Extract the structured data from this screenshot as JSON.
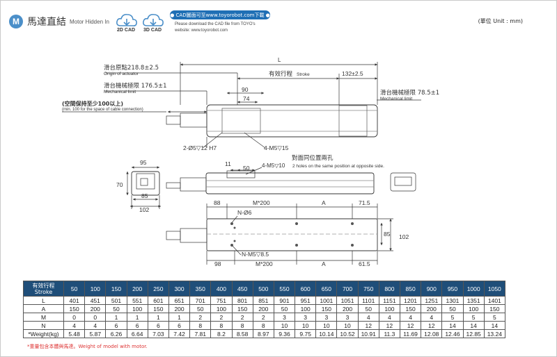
{
  "header": {
    "badge": "M",
    "title_cn": "馬達直結",
    "title_en": "Motor Hidden In",
    "cloud_2d": "2D CAD",
    "cloud_3d": "3D CAD",
    "cad_banner": "● CAD圖面可至www.toyorobot.com下載 ●",
    "cad_line1": "Please download the CAD file from TOYO's",
    "cad_line2": "website: www.toyorobot.com",
    "unit": "(單位 Unit : mm)"
  },
  "drawing": {
    "L": "L",
    "origin_cn": "滑台原點218.8±2.5",
    "origin_en": "Origin of actuator",
    "stroke_cn": "有效行程",
    "stroke_en": "Stroke",
    "dim_132": "132±2.5",
    "mech_left_cn": "滑台機械極限 176.5±1",
    "mech_left_en": "Mechanical limit",
    "mech_right_cn": "滑台機械極限 78.5±1",
    "mech_right_en": "Mechanical limit",
    "dim_90": "90",
    "dim_74": "74",
    "cable_cn": "(空間保持至少100以上)",
    "cable_en": "(min. 100 for the space of cable connection)",
    "hole_2": "2-Ø5▽12 H7",
    "hole_4": "4-M5▽15",
    "opp_cn": "對面同位置兩孔",
    "opp_en": "4-M5▽10",
    "opp_en2": "2 holes on the same position at opposite side.",
    "dim_11": "11",
    "dim_50": "50",
    "dim_95": "95",
    "dim_70": "70",
    "dim_85_side": "85",
    "dim_102_side": "102",
    "dim_88": "88",
    "dim_m200_top": "M*200",
    "dim_a_top": "A",
    "dim_715": "71.5",
    "dim_n6": "N-Ø6",
    "dim_85_r": "85",
    "dim_102_r": "102",
    "dim_nm5": "N-M5▽8.5",
    "dim_98": "98",
    "dim_m200_bot": "M*200",
    "dim_a_bot": "A",
    "dim_615": "61.5"
  },
  "table": {
    "header_cn": "有效行程",
    "header_en": "Stroke",
    "strokes": [
      "50",
      "100",
      "150",
      "200",
      "250",
      "300",
      "350",
      "400",
      "450",
      "500",
      "550",
      "600",
      "650",
      "700",
      "750",
      "800",
      "850",
      "900",
      "950",
      "1000",
      "1050"
    ],
    "rows": [
      {
        "label": "L",
        "values": [
          "401",
          "451",
          "501",
          "551",
          "601",
          "651",
          "701",
          "751",
          "801",
          "851",
          "901",
          "951",
          "1001",
          "1051",
          "1101",
          "1151",
          "1201",
          "1251",
          "1301",
          "1351",
          "1401"
        ]
      },
      {
        "label": "A",
        "values": [
          "150",
          "200",
          "50",
          "100",
          "150",
          "200",
          "50",
          "100",
          "150",
          "200",
          "50",
          "100",
          "150",
          "200",
          "50",
          "100",
          "150",
          "200",
          "50",
          "100",
          "150"
        ]
      },
      {
        "label": "M",
        "values": [
          "0",
          "0",
          "1",
          "1",
          "1",
          "1",
          "2",
          "2",
          "2",
          "2",
          "3",
          "3",
          "3",
          "3",
          "4",
          "4",
          "4",
          "4",
          "5",
          "5",
          "5"
        ]
      },
      {
        "label": "N",
        "values": [
          "4",
          "4",
          "6",
          "6",
          "6",
          "6",
          "8",
          "8",
          "8",
          "8",
          "10",
          "10",
          "10",
          "10",
          "12",
          "12",
          "12",
          "12",
          "14",
          "14",
          "14"
        ]
      },
      {
        "label": "*Weight(kg)",
        "values": [
          "5.48",
          "5.87",
          "6.26",
          "6.64",
          "7.03",
          "7.42",
          "7.81",
          "8.2",
          "8.58",
          "8.97",
          "9.36",
          "9.75",
          "10.14",
          "10.52",
          "10.91",
          "11.3",
          "11.69",
          "12.08",
          "12.46",
          "12.85",
          "13.24"
        ]
      }
    ],
    "note": "*重量包含本體與馬達。Weight of model with motor."
  },
  "colors": {
    "table_header": "#1f4e79",
    "cad_banner": "#1f6fb5",
    "badge": "#4b8fc9",
    "note": "#dd3333"
  }
}
